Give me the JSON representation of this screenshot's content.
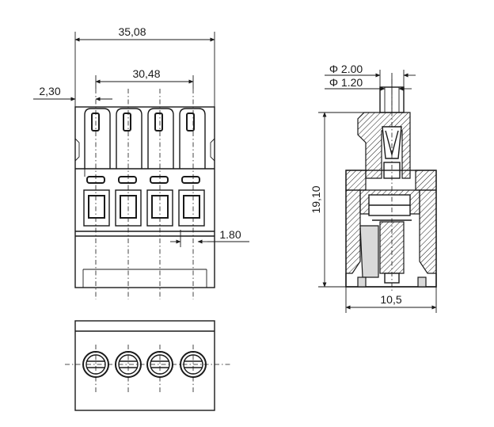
{
  "dimensions": {
    "overall_width": "35,08",
    "pitch_span": "30,48",
    "edge_offset": "2,30",
    "terminal_offset": "1.80",
    "pin_diameter_outer": "Φ 2.00",
    "pin_diameter_inner": "Φ 1.20",
    "height": "19,10",
    "depth": "10,5"
  },
  "colors": {
    "line": "#1a1a1a",
    "background": "#ffffff"
  }
}
